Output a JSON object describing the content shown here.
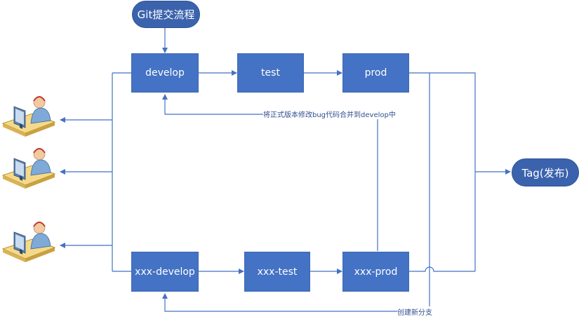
{
  "title": "Git提交流程",
  "nodes": {
    "develop": "develop",
    "test": "test",
    "prod": "prod",
    "xxx_develop": "xxx-develop",
    "xxx_test": "xxx-test",
    "xxx_prod": "xxx-prod",
    "tag": "Tag(发布)"
  },
  "labels": {
    "merge_back": "将正式版本修改bug代码合并到develop中",
    "create_branch": "创建新分支"
  },
  "developers": [
    "developer",
    "developer",
    "developer"
  ],
  "colors": {
    "box": "#4472c4",
    "line": "#4472c4",
    "pill": "#3b63ad"
  }
}
